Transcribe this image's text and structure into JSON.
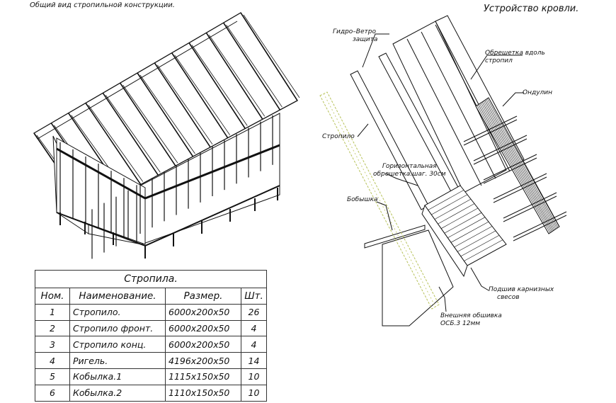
{
  "left_title": "Общий вид стропильной конструкции.",
  "right_title": "Устройство кровли.",
  "labels": {
    "hydro": [
      "Гидро–Ветро",
      "защита"
    ],
    "obreshetka_along": [
      "Обрешетка вдоль",
      "стропил"
    ],
    "ondulin": "Ондулин",
    "stropilo": "Стропило",
    "horizontal": [
      "Горизонтальная",
      "обрешетка.шаг. 30см"
    ],
    "boby": "Бобышка",
    "podshiv": [
      "Подшив карнизных",
      "свесов"
    ],
    "external": [
      "Внешняя обшивка",
      "ОСБ.3 12мм"
    ]
  },
  "table": {
    "caption": "Стропила.",
    "headers": [
      "Ном.",
      "Наименование.",
      "Размер.",
      "Шт."
    ],
    "rows": [
      {
        "num": "1",
        "name": "Стропило.",
        "size": "6000x200x50",
        "qty": "26"
      },
      {
        "num": "2",
        "name": "Стропило фронт.",
        "size": "6000x200x50",
        "qty": "4"
      },
      {
        "num": "3",
        "name": "Стропило конц.",
        "size": "6000x200x50",
        "qty": "4"
      },
      {
        "num": "4",
        "name": "Ригель.",
        "size": "4196x200x50",
        "qty": "14"
      },
      {
        "num": "5",
        "name": "Кобылка.1",
        "size": "1115x150x50",
        "qty": "10"
      },
      {
        "num": "6",
        "name": "Кобылка.2",
        "size": "1110x150x50",
        "qty": "10"
      }
    ]
  }
}
